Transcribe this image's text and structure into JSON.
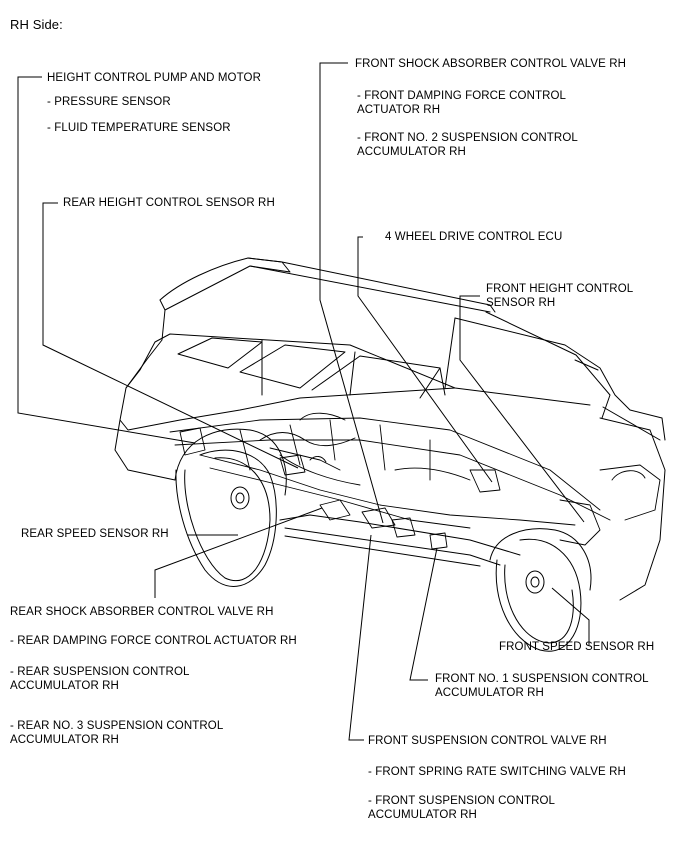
{
  "diagram": {
    "title": "RH Side:",
    "labels": {
      "height_control_pump": "HEIGHT CONTROL PUMP AND MOTOR",
      "pressure_sensor": "- PRESSURE SENSOR",
      "fluid_temp_sensor": "- FLUID TEMPERATURE SENSOR",
      "rear_height_sensor": "REAR HEIGHT CONTROL SENSOR RH",
      "front_shock_valve": "FRONT SHOCK ABSORBER CONTROL VALVE RH",
      "front_damping_actuator": "- FRONT DAMPING FORCE CONTROL\nACTUATOR RH",
      "front_no2_accumulator": "- FRONT NO. 2 SUSPENSION CONTROL\nACCUMULATOR RH",
      "four_wd_ecu": "4 WHEEL DRIVE CONTROL ECU",
      "front_height_sensor": "FRONT HEIGHT CONTROL\nSENSOR RH",
      "rear_speed_sensor": "REAR SPEED SENSOR RH",
      "rear_shock_valve": "REAR SHOCK ABSORBER CONTROL VALVE RH",
      "rear_damping_actuator": "- REAR DAMPING FORCE CONTROL ACTUATOR RH",
      "rear_accumulator": "- REAR SUSPENSION CONTROL\nACCUMULATOR RH",
      "rear_no3_accumulator": "- REAR NO. 3 SUSPENSION CONTROL\nACCUMULATOR RH",
      "front_speed_sensor": "FRONT SPEED SENSOR RH",
      "front_no1_accumulator": "FRONT NO. 1 SUSPENSION CONTROL\nACCUMULATOR RH",
      "front_susp_valve": "FRONT SUSPENSION CONTROL VALVE RH",
      "front_spring_valve": "- FRONT SPRING RATE SWITCHING VALVE RH",
      "front_accumulator": "- FRONT SUSPENSION CONTROL\nACCUMULATOR RH"
    }
  }
}
